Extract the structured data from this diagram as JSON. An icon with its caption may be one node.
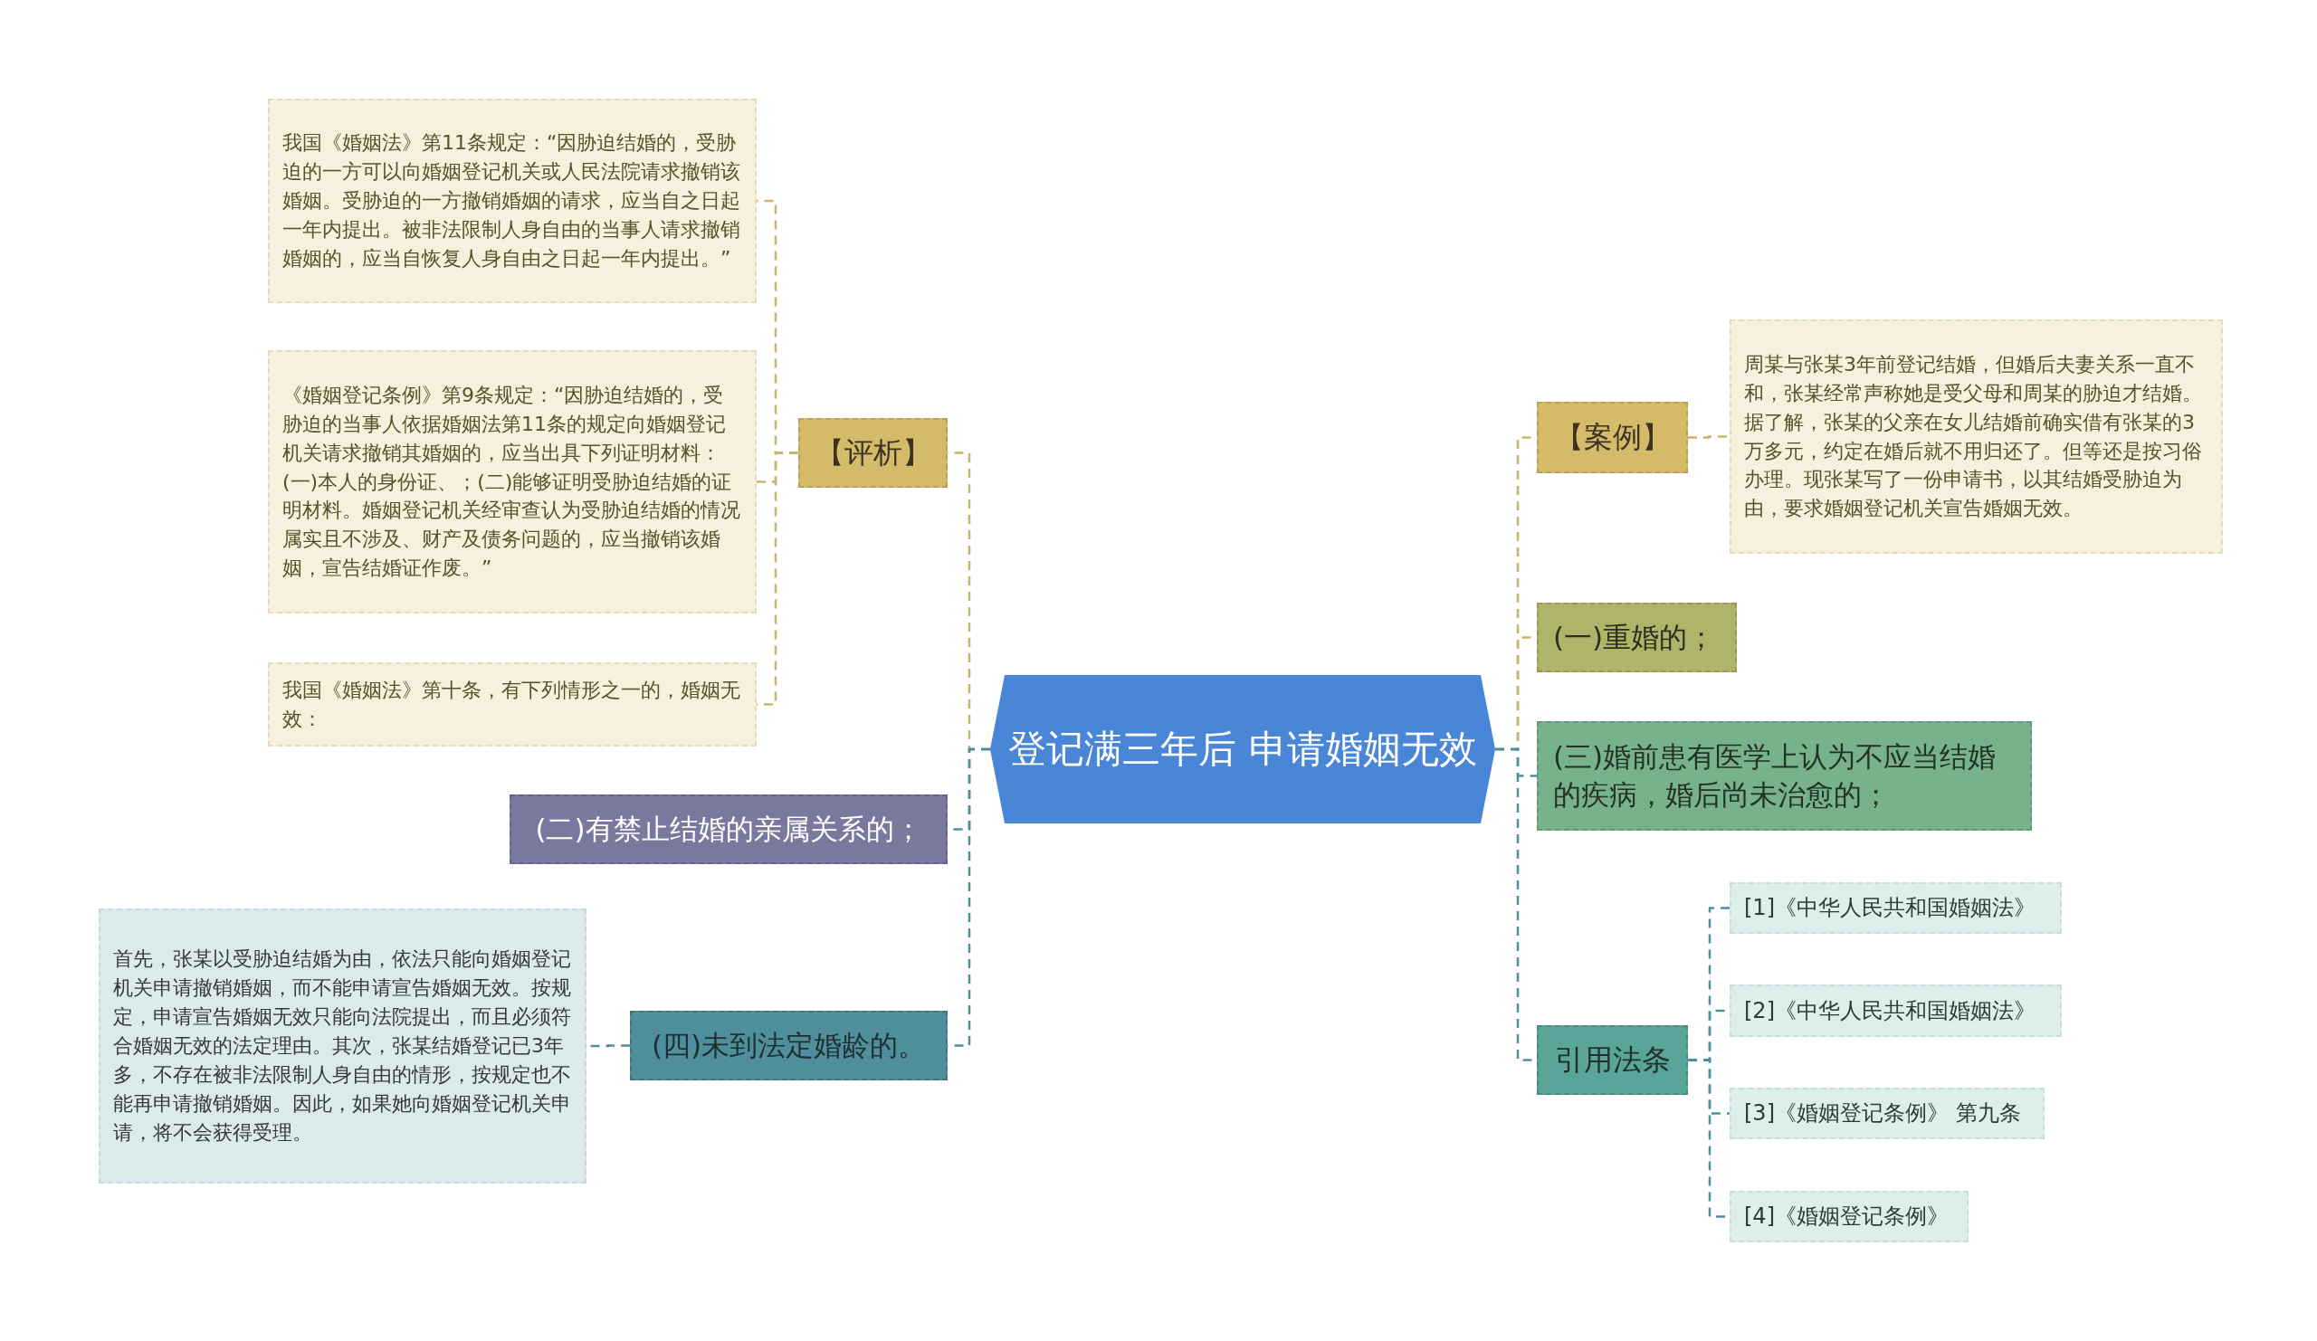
{
  "diagram": {
    "nodes": [
      {
        "text": [
          "登记满三年后 申请婚姻无效"
        ]
      },
      {
        "text": [
          "【评析】"
        ]
      },
      {
        "text": [
          "我国《婚姻法》第11条规定：“因胁迫结婚的，受胁迫的一方可以向婚姻登记机关或人民法院请求撤销该婚姻。受胁迫的一方撤销婚姻的请求，应当自之日起一年内提出。被非法限制人身自由的当事人请求撤销婚姻的，应当自恢复人身自由之日起一年内提出。”"
        ]
      },
      {
        "text": [
          "《婚姻登记条例》第9条规定：“因胁迫结婚的，受胁迫的当事人依据婚姻法第11条的规定向婚姻登记机关请求撤销其婚姻的，应当出具下列证明材料：(一)本人的身份证、；(二)能够证明受胁迫结婚的证明材料。婚姻登记机关经审查认为受胁迫结婚的情况属实且不涉及、财产及债务问题的，应当撤销该婚姻，宣告结婚证作废。”"
        ]
      },
      {
        "text": [
          "我国《婚姻法》第十条，有下列情形之一的，婚姻无效："
        ]
      },
      {
        "text": [
          "(二)有禁止结婚的亲属关系的；"
        ]
      },
      {
        "text": [
          "(四)未到法定婚龄的。"
        ]
      },
      {
        "text": [
          "首先，张某以受胁迫结婚为由，依法只能向婚姻登记机关申请撤销婚姻，而不能申请宣告婚姻无效。按规定，申请宣告婚姻无效只能向法院提出，而且必须符合婚姻无效的法定理由。其次，张某结婚登记已3年多，不存在被非法限制人身自由的情形，按规定也不能再申请撤销婚姻。因此，如果她向婚姻登记机关申请，将不会获得受理。"
        ]
      },
      {
        "text": [
          "【案例】"
        ]
      },
      {
        "text": [
          "周某与张某3年前登记结婚，但婚后夫妻关系一直不和，张某经常声称她是受父母和周某的胁迫才结婚。据了解，张某的父亲在女儿结婚前确实借有张某的3万多元，约定在婚后就不用归还了。但等还是按习俗办理。现张某写了一份申请书，以其结婚受胁迫为由，要求婚姻登记机关宣告婚姻无效。"
        ]
      },
      {
        "text": [
          "(一)重婚的；"
        ]
      },
      {
        "text": [
          "(三)婚前患有医学上认为不应当结婚的疾病，婚后尚未治愈的；"
        ]
      },
      {
        "text": [
          "引用法条"
        ]
      },
      {
        "text": [
          "[1]《中华人民共和国婚姻法》"
        ]
      },
      {
        "text": [
          "[2]《中华人民共和国婚姻法》"
        ]
      },
      {
        "text": [
          "[3]《婚姻登记条例》 第九条"
        ]
      },
      {
        "text": [
          "[4]《婚姻登记条例》"
        ]
      }
    ],
    "edges": [
      {
        "from": 0,
        "to": 1,
        "arrow": "none",
        "style": "dashed",
        "color": "#c8b46a"
      },
      {
        "from": 0,
        "to": 5,
        "arrow": "none",
        "style": "dashed"
      },
      {
        "from": 0,
        "to": 6,
        "arrow": "none",
        "style": "dashed"
      },
      {
        "from": 0,
        "to": 8,
        "arrow": "none",
        "style": "dashed",
        "color": "#c8b46a"
      },
      {
        "from": 0,
        "to": 10,
        "arrow": "none",
        "style": "dashed",
        "color": "#c8b46a"
      },
      {
        "from": 0,
        "to": 11,
        "arrow": "none",
        "style": "dashed"
      },
      {
        "from": 0,
        "to": 12,
        "arrow": "none",
        "style": "dashed"
      },
      {
        "from": 1,
        "to": 2,
        "arrow": "none",
        "style": "dashed",
        "color": "#c8b46a"
      },
      {
        "from": 1,
        "to": 3,
        "arrow": "none",
        "style": "dashed",
        "color": "#c8b46a"
      },
      {
        "from": 1,
        "to": 4,
        "arrow": "none",
        "style": "dashed",
        "color": "#c8b46a"
      },
      {
        "from": 6,
        "to": 7,
        "arrow": "none",
        "style": "dashed"
      },
      {
        "from": 8,
        "to": 9,
        "arrow": "none",
        "style": "dashed",
        "color": "#c8b46a"
      },
      {
        "from": 12,
        "to": 13,
        "arrow": "none",
        "style": "dashed"
      },
      {
        "from": 12,
        "to": 14,
        "arrow": "none",
        "style": "dashed"
      },
      {
        "from": 12,
        "to": 15,
        "arrow": "none",
        "style": "dashed"
      },
      {
        "from": 12,
        "to": 16,
        "arrow": "none",
        "style": "dashed"
      }
    ]
  }
}
